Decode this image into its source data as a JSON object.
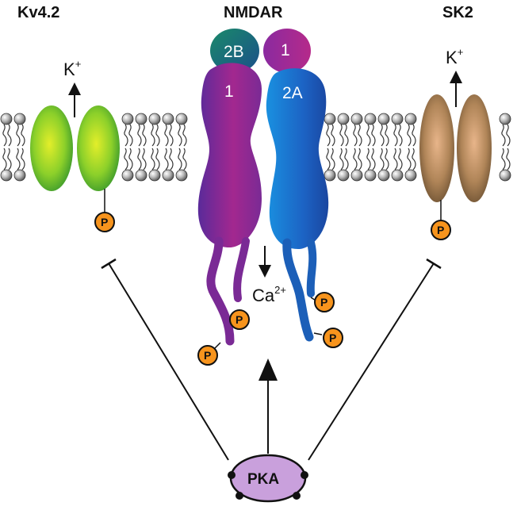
{
  "titles": {
    "kv42": "Kv4.2",
    "nmdar": "NMDAR",
    "sk2": "SK2"
  },
  "ions": {
    "kv_base": "K",
    "kv_sup": "+",
    "sk_base": "K",
    "sk_sup": "+",
    "ca_base": "Ca",
    "ca_sup": "2+"
  },
  "subunits": {
    "back_left": "2B",
    "back_right": "1",
    "front_left": "1",
    "front_right": "2A"
  },
  "phospho_label": "P",
  "kinase_label": "PKA",
  "colors": {
    "kv_green": "#8dc63f",
    "sk_tan": "#a8825a",
    "nr1_magenta": "#a8288e",
    "nr2a_blue": "#1e6fd1",
    "nr2b_teal": "#1a7a6e",
    "phospho_orange": "#f7941d",
    "pka_lilac": "#c9a0dc"
  }
}
